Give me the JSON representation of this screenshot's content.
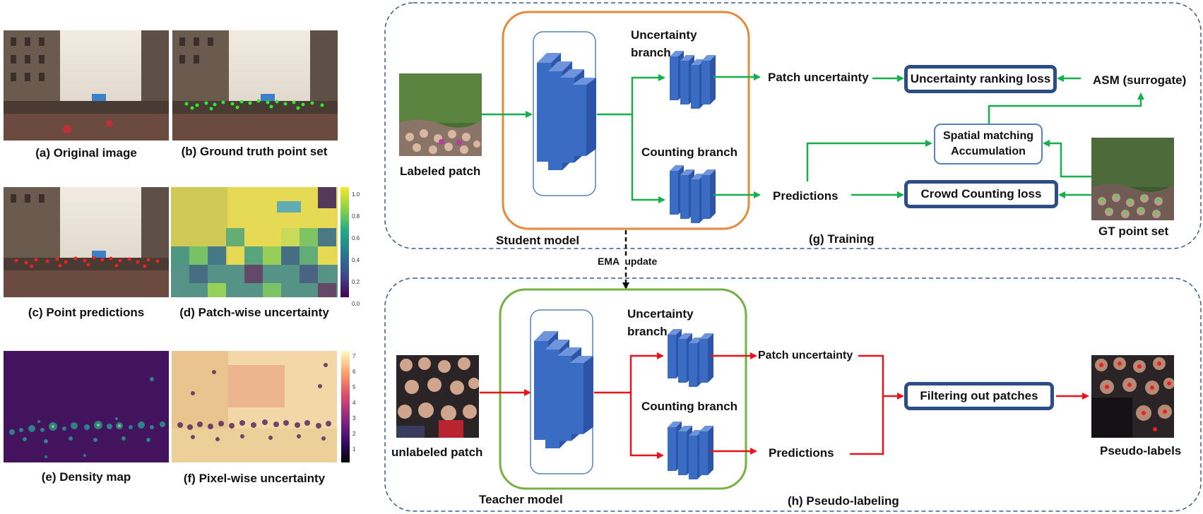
{
  "panels": {
    "a": "(a) Original image",
    "b": "(b) Ground truth point set",
    "c": "(c) Point predictions",
    "d": "(d) Patch-wise uncertainty",
    "e": "(e) Density map",
    "f": "(f) Pixel-wise uncertainty"
  },
  "colorbars": {
    "d_ticks": [
      "1.0",
      "0.8",
      "0.6",
      "0.4",
      "0.2",
      "0.0"
    ],
    "f_ticks": [
      "7",
      "6",
      "5",
      "4",
      "3",
      "2",
      "1"
    ]
  },
  "training": {
    "section_label": "(g) Training",
    "model_label": "Student model",
    "input_label": "Labeled patch",
    "uncertainty_branch": "Uncertainty branch",
    "counting_branch": "Counting branch",
    "patch_uncertainty": "Patch uncertainty",
    "predictions": "Predictions",
    "uncertainty_ranking_loss": "Uncertainty ranking loss",
    "asm": "ASM (surrogate)",
    "spatial_matching_line1": "Spatial matching",
    "spatial_matching_line2": "Accumulation",
    "crowd_counting_loss": "Crowd Counting loss",
    "gt_point_set": "GT point set"
  },
  "ema_update": "EMA  update",
  "pseudo": {
    "section_label": "(h) Pseudo-labeling",
    "model_label": "Teacher model",
    "input_label": "unlabeled patch",
    "uncertainty_branch": "Uncertainty branch",
    "counting_branch": "Counting branch",
    "patch_uncertainty": "Patch uncertainty",
    "predictions": "Predictions",
    "filtering": "Filtering out patches",
    "pseudo_labels": "Pseudo-labels"
  },
  "colors": {
    "green": "#14b04a",
    "red": "#e8141c",
    "dashed_border": "#3d5a8a",
    "student_border": "#e58a3b",
    "teacher_border": "#76b043",
    "block": "#3a6cc4",
    "loss_border": "#2d4d86"
  }
}
